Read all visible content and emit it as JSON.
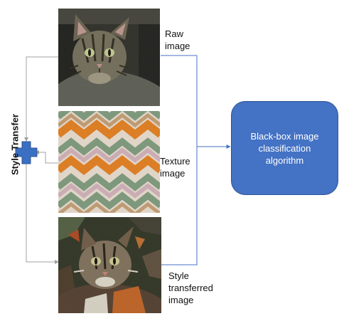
{
  "side_label": "Style Transfer",
  "images": {
    "raw": {
      "caption": [
        "Raw",
        "image"
      ]
    },
    "texture": {
      "caption": [
        "Texture",
        "image"
      ]
    },
    "styled": {
      "caption": [
        "Style",
        "transferred",
        "image"
      ]
    }
  },
  "classifier": {
    "lines": [
      "Black-box image",
      "classification",
      "algorithm"
    ]
  },
  "colors": {
    "classifier_fill": "#4472c4",
    "classifier_border": "#2f5597",
    "arrow_blue": "#4472c4",
    "plus_blue": "#3a6fc2",
    "connector_gray": "#a0a0a0",
    "texture_orange": "#ef8a2a",
    "texture_green": "#8aa688",
    "texture_pink": "#dcbcc4",
    "texture_cream": "#f4e8da",
    "texture_beige": "#cfa97e"
  },
  "icons": {
    "plus": "plus-icon",
    "raw_photo": "cat-photo",
    "styled_photo": "stylized-cat-photo"
  }
}
